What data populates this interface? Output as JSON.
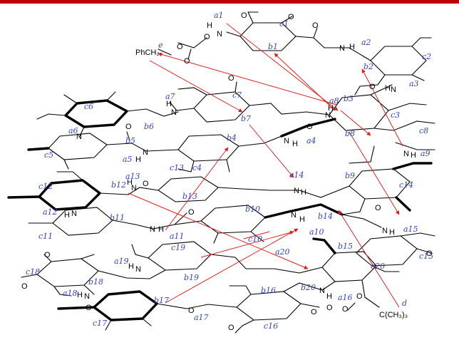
{
  "figure": {
    "accent_color": "#c00000",
    "arrow_color": "#e01b1b",
    "label_color": "#3344bb"
  },
  "atom_labels": [
    "PhCH₂",
    "O",
    "O",
    "O",
    "H",
    "N",
    "O",
    "O",
    "O",
    "N",
    "H",
    "H",
    "N",
    "O",
    "N",
    "H",
    "N",
    "H",
    "O",
    "H",
    "N",
    "O",
    "N",
    "H",
    "N",
    "O",
    "N",
    "H",
    "O",
    "N",
    "H",
    "H",
    "N",
    "N",
    "H",
    "N",
    "H",
    "N",
    "H",
    "O",
    "O",
    "N",
    "H",
    "C(CH₃)₃",
    "O",
    "O",
    "N",
    "H",
    "H",
    "N",
    "O",
    "O",
    "O",
    "O",
    "O",
    "O",
    "H",
    "N",
    "O",
    "O"
  ],
  "proton_labels": [
    "a1",
    "c1",
    "a2",
    "c2",
    "b1",
    "b2",
    "a3",
    "e",
    "a7",
    "c7",
    "a8",
    "b3",
    "c6",
    "b7",
    "c3",
    "a6",
    "b6",
    "b8",
    "c8",
    "b5",
    "a4",
    "b4",
    "a9",
    "c5",
    "a5",
    "c4",
    "c13",
    "a13",
    "b9",
    "a14",
    "c12",
    "b12",
    "c14",
    "b13",
    "b10",
    "a12",
    "b11",
    "b14",
    "a15",
    "c11",
    "a11",
    "a10",
    "c10",
    "a19",
    "c19",
    "a20",
    "b15",
    "c15",
    "c20",
    "b19",
    "c18",
    "b18",
    "b20",
    "a16",
    "b16",
    "a18",
    "d",
    "b17",
    "c17",
    "a17",
    "c16"
  ]
}
